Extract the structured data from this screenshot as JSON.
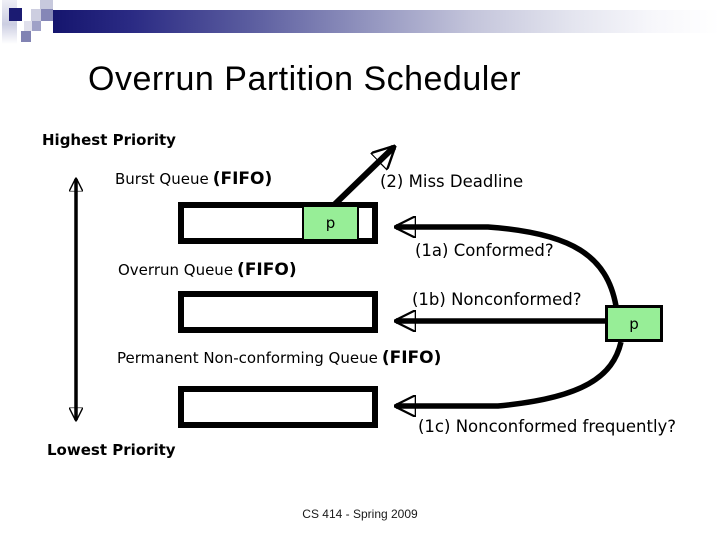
{
  "slide": {
    "title": "Overrun Partition Scheduler",
    "footer": "CS 414 - Spring 2009"
  },
  "priority_axis": {
    "top_label": "Highest Priority",
    "bottom_label": "Lowest Priority"
  },
  "queues": {
    "burst": {
      "name": "Burst Queue",
      "fifo": "(FIFO)",
      "cell": "p"
    },
    "overrun": {
      "name": "Overrun Queue",
      "fifo": "(FIFO)"
    },
    "permanent": {
      "name": "Permanent Non-conforming Queue",
      "fifo": "(FIFO)"
    }
  },
  "transitions": {
    "miss_deadline": "(2) Miss Deadline",
    "conformed": "(1a) Conformed?",
    "nonconformed": "(1b) Nonconformed?",
    "nonconformed_frequently": "(1c) Nonconformed frequently?",
    "packet": "p"
  },
  "colors": {
    "packet_green": "#97ee97",
    "theme_navy": "#15156e"
  }
}
